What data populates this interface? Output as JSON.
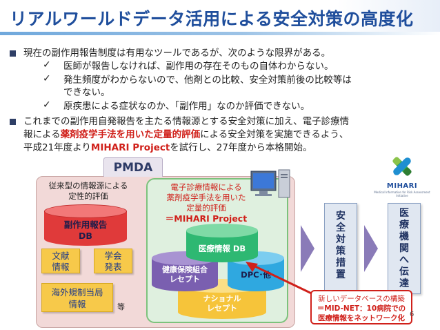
{
  "slide": {
    "title": "リアルワールドデータ活用による安全対策の高度化",
    "bullets": {
      "b1": "現在の副作用報告制度は有用なツールであるが、次のような限界がある。",
      "c1": "医師が報告しなければ、副作用の存在そのもの自体わからない。",
      "c2_l1": "発生頻度がわからないので、他剤との比較、安全対策前後の比較等は",
      "c2_l2": "できない。",
      "c3": "原疾患による症状なのか、「副作用」なのか評価できない。",
      "b2_l1": "これまでの副作用自発報告を主たる情報源とする安全対策に加え、電子診療情",
      "b2_l2_a": "報による",
      "b2_l2_red": "薬剤疫学手法を用いた定量的評価",
      "b2_l2_b": "による安全対策を実施できるよう、",
      "b2_l3_a": "平成21年度より",
      "b2_l3_blue": "MIHARI Project",
      "b2_l3_b": "を試行し、27年度から本格開始。"
    }
  },
  "diagram": {
    "pmda": "PMDA",
    "legacy_l1": "従来型の情報源による",
    "legacy_l2": "定性的評価",
    "adr_db_l1": "副作用報告",
    "adr_db_l2": "DB",
    "lit_l1": "文献",
    "lit_l2": "情報",
    "conf_l1": "学会",
    "conf_l2": "発表",
    "foreign_l1": "海外規制当局",
    "foreign_l2": "情報",
    "etc": "等",
    "edb_l1": "電子診療情報による",
    "edb_l2": "薬剤疫学手法を用いた",
    "edb_l3": "定量的評価",
    "edb_l4": "＝MIHARI Project",
    "cyl_medical": "医療情報 DB",
    "cyl_insurance_l1": "健康保険組合",
    "cyl_insurance_l2": "レセプト",
    "cyl_dpc": "DPC･他",
    "cyl_national_l1": "ナショナル",
    "cyl_national_l2": "レセプト",
    "box_safety": [
      "安",
      "全",
      "対",
      "策",
      "措",
      "置"
    ],
    "box_hospital": [
      "医",
      "療",
      "機",
      "関",
      "へ",
      "伝",
      "達"
    ],
    "callout_l1": "新しいデータベースの構築",
    "callout_l2": "＝MID-NET：10病院での",
    "callout_l3": "医療情報をネットワーク化",
    "mihari_logo": "MIHARI",
    "mihari_sub": "Medical Information for Risk Assessment Initiative",
    "page_number": "6"
  },
  "colors": {
    "title": "#1f4e9c",
    "accent_red": "#d0201a",
    "pmda_bg": "#f2d9d8",
    "edb_bg": "#dff0df",
    "yellow_box": "#f7c94a"
  }
}
